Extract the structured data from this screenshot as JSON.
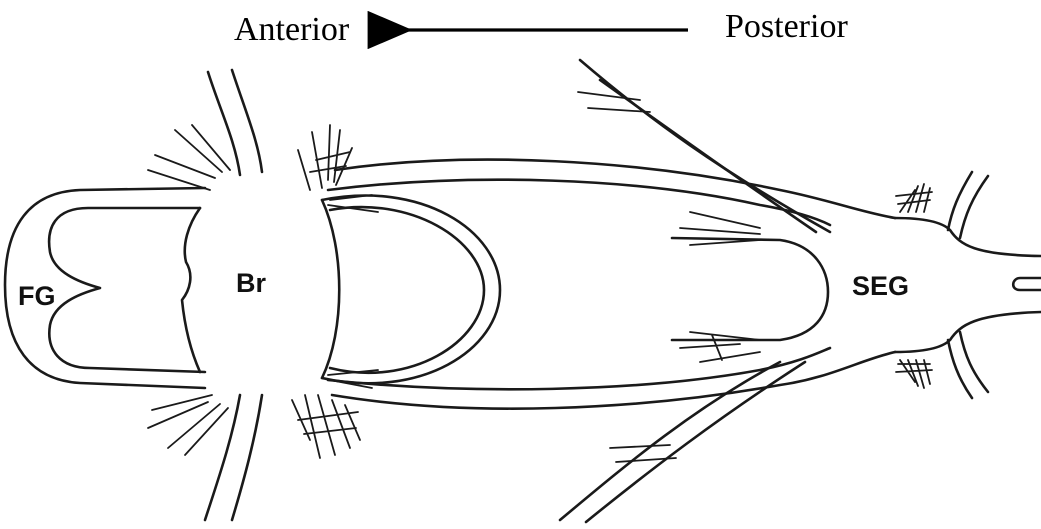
{
  "labels": {
    "anterior": "Anterior",
    "posterior": "Posterior",
    "frontal_ganglion": "FG",
    "brain": "Br",
    "subesophageal_ganglion": "SEG"
  },
  "colors": {
    "ink": "#1a1a1a",
    "background": "#ffffff"
  },
  "icons": {
    "direction_arrow": "left-arrow"
  }
}
